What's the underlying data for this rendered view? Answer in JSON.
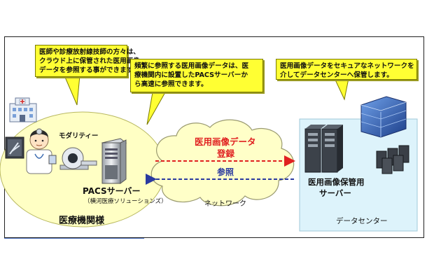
{
  "callouts": {
    "medical": [
      "医師や診療放射線技師の方々は、",
      "クラウド上に保管された医用画像",
      "データを参照する事ができます。"
    ],
    "pacs": [
      "頻繁に参照する医用画像データは、医",
      "療機関内に設置したPACSサーバーか",
      "ら高速に参照できます。"
    ],
    "datacenter": [
      "医用画像データをセキュアなネットワークを",
      "介してデータセンターへ保管します。"
    ]
  },
  "labels": {
    "modality": "モダリティー",
    "pacs_server": "PACSサーバー",
    "pacs_vendor": "（横河医療ソリューションズ）",
    "institution": "医療機関様",
    "network": "ネットワーク",
    "register_line1": "医用画像データ",
    "register_line2": "登録",
    "reference": "参照",
    "storage_server_line1": "医用画像保管用",
    "storage_server_line2": "サーバー",
    "datacenter": "データセンター"
  },
  "colors": {
    "register": "#e02020",
    "reference": "#2a3aa0",
    "callout": "#ffff33",
    "hospital_circle": "#ffffc4",
    "datacenter_box": "#ddf3fb",
    "cloud": "#ffffc8"
  }
}
